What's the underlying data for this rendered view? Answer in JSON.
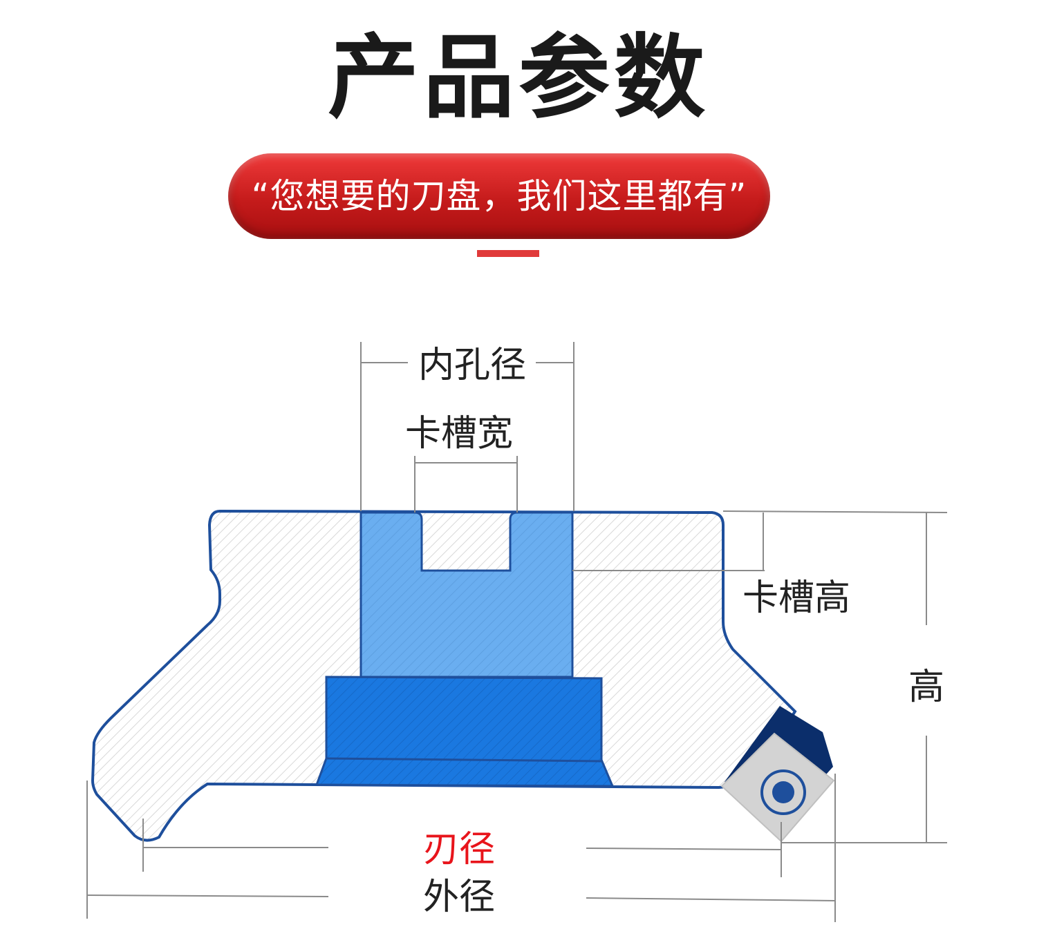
{
  "header": {
    "title": "产品参数",
    "slogan": "“您想要的刀盘，我们这里都有”"
  },
  "diagram": {
    "labels": {
      "bore_diameter": "内孔径",
      "slot_width": "卡槽宽",
      "slot_height": "卡槽高",
      "height": "高",
      "cutting_diameter": "刃径",
      "outer_diameter": "外径"
    }
  },
  "colors": {
    "accent_red": "#e03a3a",
    "outline_blue": "#1e4f9c",
    "light_blue": "#6aaef0",
    "bright_blue": "#1a78e0",
    "dark_navy": "#0b2e6b",
    "insert_grey": "#d3d3d3",
    "cutting_label_red": "#e8141b"
  }
}
